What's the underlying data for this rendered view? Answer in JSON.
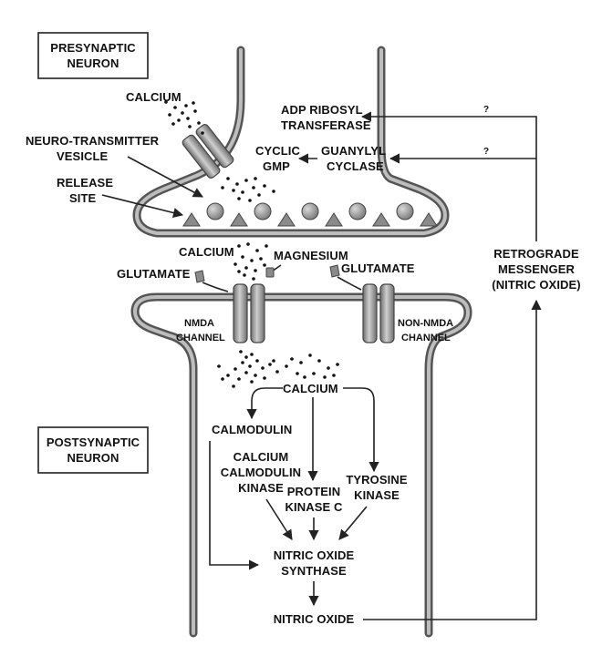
{
  "labels": {
    "presynaptic": [
      "PRESYNAPTIC",
      "NEURON"
    ],
    "postsynaptic": [
      "POSTSYNAPTIC",
      "NEURON"
    ],
    "calcium_top": "CALCIUM",
    "neurotransmitter_vesicle": [
      "NEURO-TRANSMITTER",
      "VESICLE"
    ],
    "release_site": [
      "RELEASE",
      "SITE"
    ],
    "adp_ribosyl": [
      "ADP RIBOSYL",
      "TRANSFERASE"
    ],
    "cyclic_gmp": [
      "CYCLIC",
      "GMP"
    ],
    "guanylyl_cyclase": [
      "GUANYLYL",
      "CYCLASE"
    ],
    "question_1": "?",
    "question_2": "?",
    "retrograde": [
      "RETROGRADE",
      "MESSENGER",
      "(NITRIC OXIDE)"
    ],
    "calcium_cleft": "CALCIUM",
    "magnesium": "MAGNESIUM",
    "glutamate_left": "GLUTAMATE",
    "glutamate_right": "GLUTAMATE",
    "nmda_channel": [
      "NMDA",
      "CHANNEL"
    ],
    "non_nmda_channel": [
      "NON-NMDA",
      "CHANNEL"
    ],
    "calcium_post": "CALCIUM",
    "calmodulin": "CALMODULIN",
    "calcium_calmodulin_kinase": [
      "CALCIUM",
      "CALMODULIN",
      "KINASE"
    ],
    "protein_kinase_c": [
      "PROTEIN",
      "KINASE C"
    ],
    "tyrosine_kinase": [
      "TYROSINE",
      "KINASE"
    ],
    "nitric_oxide_synthase": [
      "NITRIC OXIDE",
      "SYNTHASE"
    ],
    "nitric_oxide": "NITRIC OXIDE"
  },
  "colors": {
    "membrane": "#555555",
    "membrane_inner": "#bdbdbd",
    "channel": "#8a8a8a",
    "vesicle": "#8a8a8a",
    "ink": "#111111"
  },
  "icons": [
    "calcium-channel-icon",
    "vesicle-icon",
    "release-site-icon",
    "glutamate-icon",
    "nmda-channel-icon",
    "non-nmda-channel-icon",
    "calcium-dots-icon"
  ]
}
